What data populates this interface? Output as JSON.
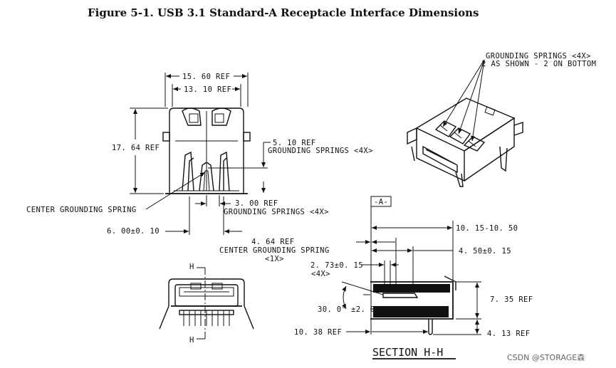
{
  "title": "Figure 5-1.  USB 3.1 Standard-A Receptacle Interface Dimensions",
  "front_view": {
    "width_outer": "15. 60 REF",
    "width_inner": "13. 10 REF",
    "height": "17. 64 REF",
    "springs_offset": "5. 10 REF",
    "springs_offset_note": "GROUNDING SPRINGS <4X>",
    "center_spring": "CENTER GROUNDING SPRING",
    "springs_spacing": "3. 00 REF",
    "springs_spacing_note": "GROUNDING SPRINGS <4X>",
    "base_width": "6. 00±0. 10"
  },
  "iso_view": {
    "note_line1": "GROUNDING SPRINGS <4X>",
    "note_line2": "2 AS SHOWN - 2 ON BOTTOM"
  },
  "small_view": {
    "section_mark_top": "H",
    "section_mark_bottom": "H"
  },
  "section_view": {
    "datum": "-A-",
    "length_range": "10. 15-10. 50",
    "center_spring_ref": "4. 64 REF",
    "center_spring_line1": "CENTER GROUNDING SPRING",
    "center_spring_line2": "<1X>",
    "spring_pos": "4. 50±0. 15",
    "spring_width": "2. 73±0. 15",
    "spring_width_count": "<4X>",
    "angle": "30. 0° ±2. 0°",
    "height_ref": "7. 35 REF",
    "base_ref": "10. 38 REF",
    "tail_ref": "4. 13 REF",
    "label": "SECTION  H-H"
  },
  "watermark": "CSDN @STORAGE森"
}
